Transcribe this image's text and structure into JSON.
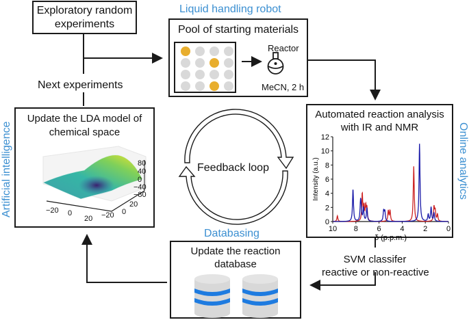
{
  "nodes": {
    "exploratory": {
      "label_line1": "Exploratory random",
      "label_line2": "experiments"
    },
    "next_experiments": {
      "label": "Next experiments"
    },
    "robot": {
      "header": "Liquid handling robot",
      "title": "Pool of starting materials",
      "reactor_label": "Reactor",
      "condition_label": "MeCN, 2 h",
      "grid": [
        [
          1,
          0,
          0,
          0
        ],
        [
          0,
          0,
          1,
          0
        ],
        [
          0,
          0,
          0,
          0
        ],
        [
          0,
          0,
          1,
          0
        ]
      ]
    },
    "analysis": {
      "header": "Online analytics",
      "title_line1": "Automated reaction analysis",
      "title_line2": "with IR and NMR"
    },
    "svm": {
      "label_line1": "SVM classifer",
      "label_line2": "reactive or non-reactive"
    },
    "database": {
      "header": "Databasing",
      "title_line1": "Update the reaction",
      "title_line2": "database"
    },
    "ai": {
      "header": "Artificial intelligence",
      "title_line1": "Update the LDA model of",
      "title_line2": "chemical space",
      "z_ticks": [
        "80",
        "40",
        "0",
        "−40",
        "−80"
      ],
      "x_ticks": [
        "−20",
        "0",
        "20"
      ],
      "y_ticks": [
        "20",
        "0",
        "−20"
      ]
    },
    "feedback": {
      "label": "Feedback loop"
    }
  },
  "colors": {
    "accent_blue": "#3b8fd1",
    "reagent_gold": "#e8ae2e",
    "reagent_gray": "#d9d9d9",
    "db_blue": "#1e7be0",
    "db_gray": "#d8d8d8",
    "series_red": "#cc2222",
    "series_blue": "#1a1aa8"
  },
  "chart_data": {
    "type": "line",
    "title": "",
    "xlabel": "δ (p.p.m.)",
    "ylabel": "Intensity (a.u.)",
    "xlim": [
      10,
      0
    ],
    "ylim": [
      0,
      12
    ],
    "x_ticks": [
      "10",
      "8",
      "6",
      "4",
      "2",
      "0"
    ],
    "y_ticks": [
      "0",
      "2",
      "4",
      "6",
      "8",
      "10",
      "12"
    ],
    "series": [
      {
        "name": "red",
        "peaks": [
          [
            9.6,
            0.8
          ],
          [
            7.45,
            3.9
          ],
          [
            7.3,
            2.0
          ],
          [
            7.15,
            2.0
          ],
          [
            7.05,
            1.8
          ],
          [
            5.2,
            1.5
          ],
          [
            5.05,
            1.5
          ],
          [
            3.0,
            7.8
          ],
          [
            1.25,
            2.0
          ],
          [
            1.15,
            1.5
          ],
          [
            0.95,
            1.0
          ]
        ]
      },
      {
        "name": "blue",
        "peaks": [
          [
            8.25,
            4.6
          ],
          [
            7.6,
            2.5
          ],
          [
            7.55,
            1.3
          ],
          [
            7.35,
            1.9
          ],
          [
            7.05,
            1.9
          ],
          [
            5.6,
            1.5
          ],
          [
            5.5,
            1.4
          ],
          [
            2.5,
            11.0
          ],
          [
            1.75,
            1.0
          ],
          [
            1.5,
            2.0
          ],
          [
            1.25,
            1.2
          ]
        ]
      }
    ]
  }
}
